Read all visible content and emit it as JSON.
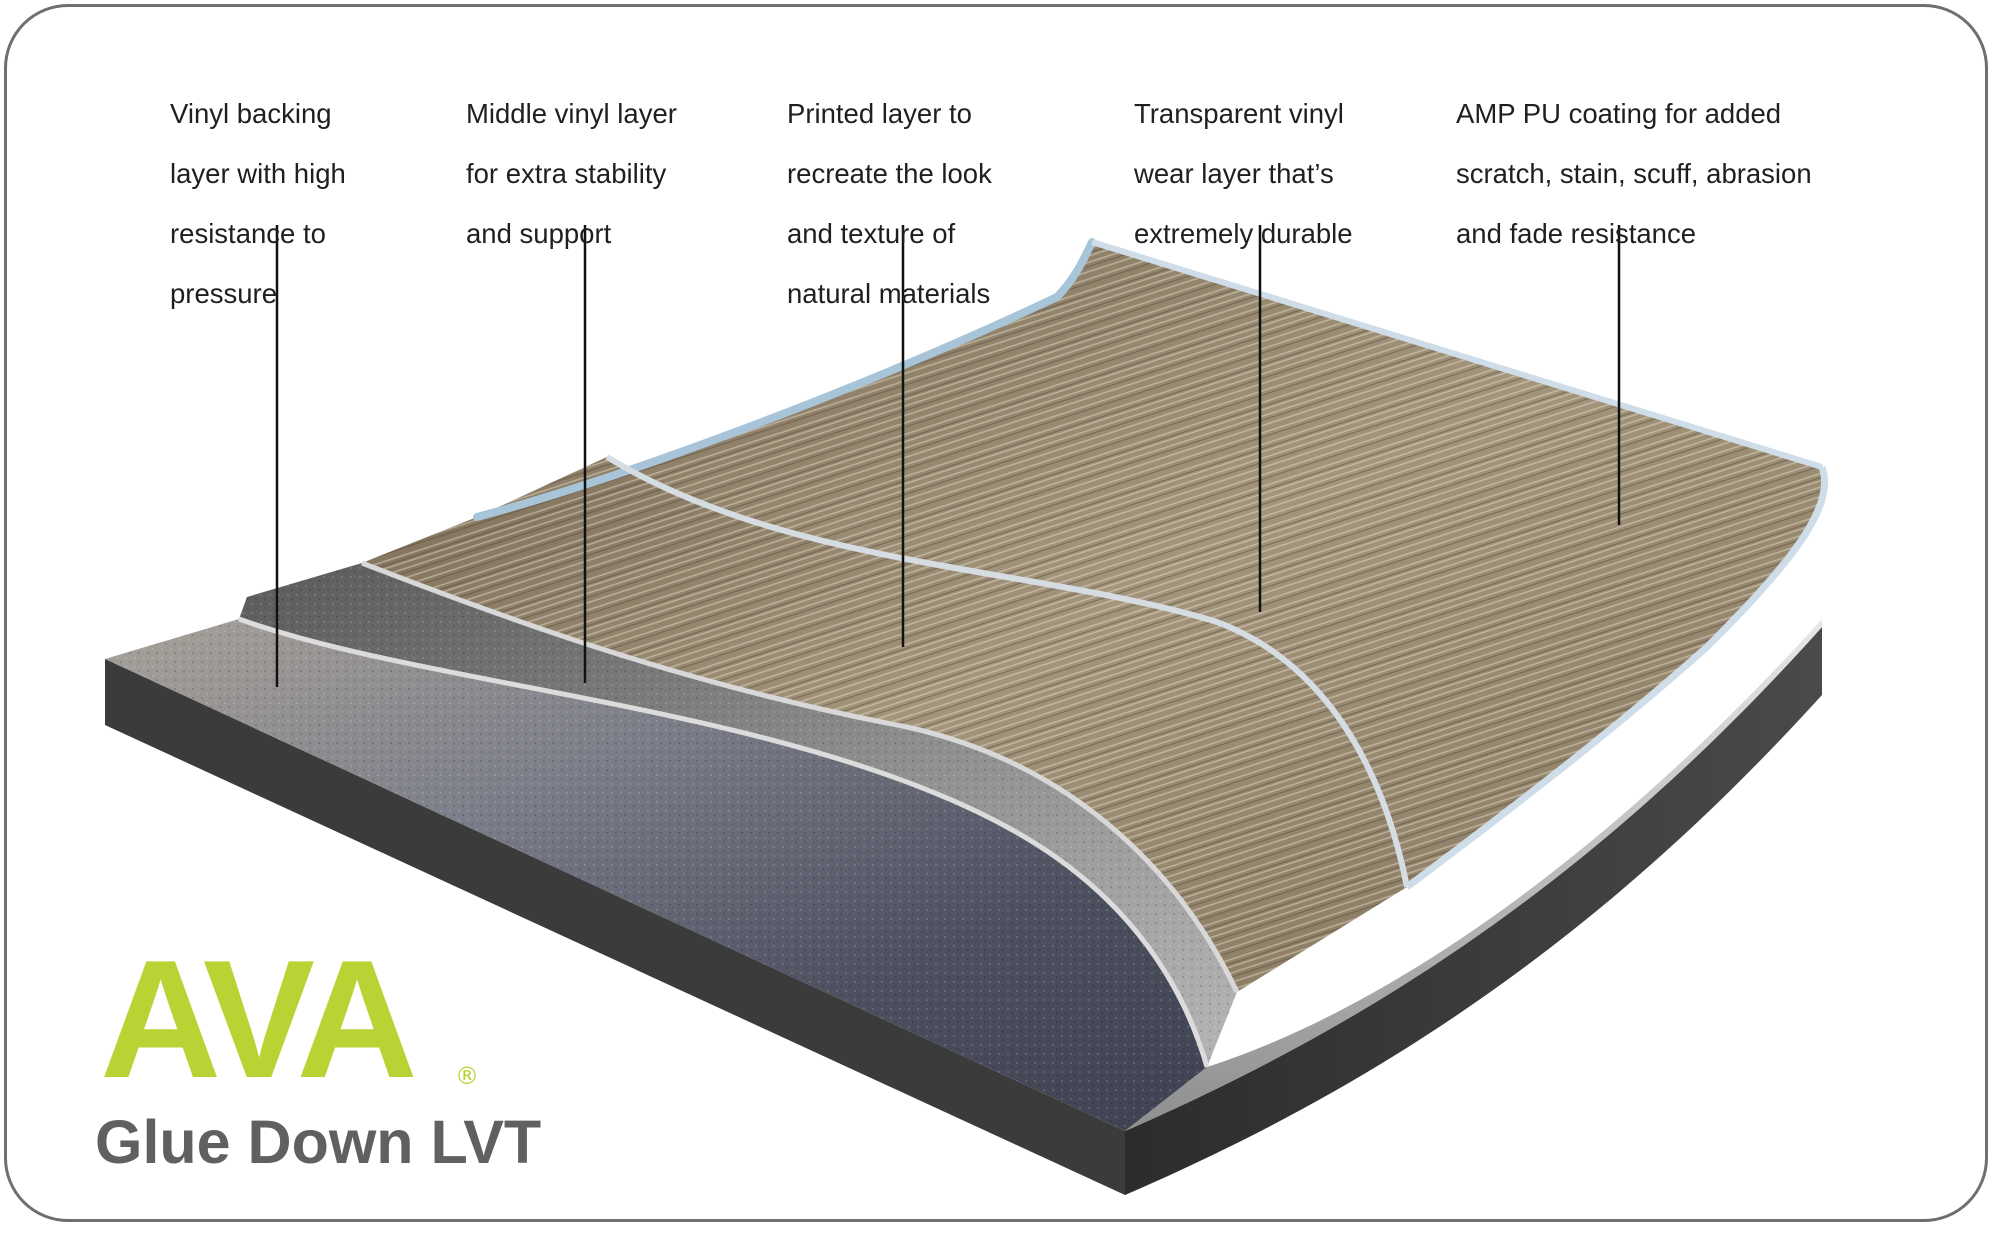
{
  "callouts": [
    {
      "id": "vinyl-backing",
      "lines": [
        "Vinyl backing",
        "layer with high",
        "resistance to",
        "pressure"
      ]
    },
    {
      "id": "middle-vinyl",
      "lines": [
        "Middle vinyl layer",
        "for extra stability",
        "and support"
      ]
    },
    {
      "id": "printed-layer",
      "lines": [
        "Printed layer to",
        "recreate the look",
        "and texture of",
        "natural materials"
      ]
    },
    {
      "id": "wear-layer",
      "lines": [
        "Transparent vinyl",
        "wear layer that’s",
        "extremely durable"
      ]
    },
    {
      "id": "pu-coating",
      "lines": [
        "AMP PU coating for added",
        "scratch, stain, scuff, abrasion",
        "and fade resistance"
      ]
    }
  ],
  "brand": {
    "name": "AVA",
    "registered_mark": "®",
    "product": "Glue Down LVT",
    "accent_color": "#b7d434",
    "product_color": "#5f6062"
  },
  "layer_colors": {
    "backing": "#7b7f88",
    "middle": "#8d8d8d",
    "printed": "#8a7b62",
    "wear": "#9fb6c8",
    "edge": "#3c3c3c"
  }
}
